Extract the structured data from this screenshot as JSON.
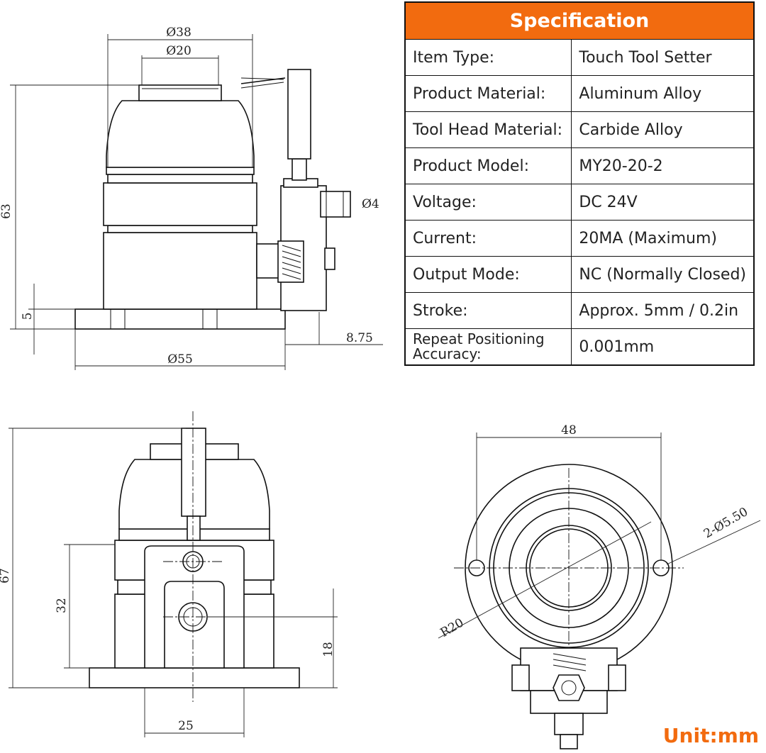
{
  "spec_table": {
    "title": "Specification",
    "rows": [
      {
        "label": "Item Type:",
        "value": "Touch Tool Setter"
      },
      {
        "label": "Product Material:",
        "value": "Aluminum Alloy"
      },
      {
        "label": "Tool Head Material:",
        "value": "Carbide Alloy"
      },
      {
        "label": "Product Model:",
        "value": "MY20-20-2"
      },
      {
        "label": "Voltage:",
        "value": "DC 24V"
      },
      {
        "label": "Current:",
        "value": "20MA (Maximum)"
      },
      {
        "label": "Output Mode:",
        "value": "NC (Normally Closed)"
      },
      {
        "label": "Stroke:",
        "value": "Approx. 5mm / 0.2in"
      },
      {
        "label": "Repeat Positioning Accuracy:",
        "value": "0.001mm"
      }
    ]
  },
  "side_view": {
    "dim_top_outer": "Ø38",
    "dim_top_inner": "Ø20",
    "dim_height": "63",
    "dim_base": "5",
    "dim_fitting": "Ø4",
    "dim_offset": "8.75",
    "dim_base_dia": "Ø55"
  },
  "front_view": {
    "dim_height": "67",
    "dim_block": "32",
    "dim_port": "18",
    "dim_width": "25"
  },
  "top_view": {
    "dim_width": "48",
    "dim_holes": "2-Ø5.50",
    "dim_radius": "R20"
  },
  "unit_label": "Unit:mm",
  "colors": {
    "accent": "#f26b0f"
  }
}
